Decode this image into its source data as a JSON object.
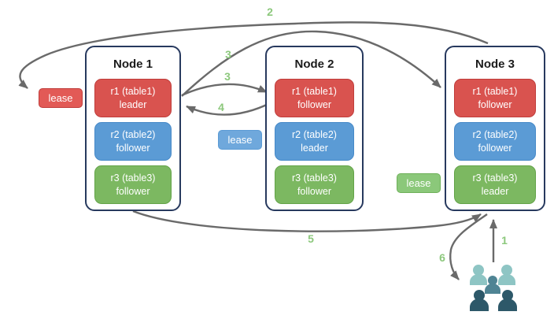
{
  "diagram": {
    "nodes": [
      {
        "title": "Node 1",
        "replicas": [
          {
            "name": "r1 (table1)",
            "role": "leader",
            "color": "red"
          },
          {
            "name": "r2 (table2)",
            "role": "follower",
            "color": "blue"
          },
          {
            "name": "r3 (table3)",
            "role": "follower",
            "color": "green"
          }
        ]
      },
      {
        "title": "Node 2",
        "replicas": [
          {
            "name": "r1 (table1)",
            "role": "follower",
            "color": "red"
          },
          {
            "name": "r2 (table2)",
            "role": "leader",
            "color": "blue"
          },
          {
            "name": "r3 (table3)",
            "role": "follower",
            "color": "green"
          }
        ]
      },
      {
        "title": "Node 3",
        "replicas": [
          {
            "name": "r1 (table1)",
            "role": "follower",
            "color": "red"
          },
          {
            "name": "r2 (table2)",
            "role": "follower",
            "color": "blue"
          },
          {
            "name": "r3 (table3)",
            "role": "leader",
            "color": "green"
          }
        ]
      }
    ],
    "lease_badges": [
      {
        "label": "lease",
        "color": "red"
      },
      {
        "label": "lease",
        "color": "blue"
      },
      {
        "label": "lease",
        "color": "green"
      }
    ],
    "steps": {
      "s1": "1",
      "s2": "2",
      "s3_to_node3": "3",
      "s3_to_node2": "3",
      "s4": "4",
      "s5": "5",
      "s6": "6"
    },
    "icons": {
      "users_group": "users-group-icon"
    },
    "colors": {
      "leader_red": "#d9534f",
      "red_border": "#bf3d3b",
      "follower_blue": "#5b9bd5",
      "blue_border": "#4789c8",
      "green": "#7cb861",
      "green_border": "#63a348",
      "lease_red": "#e25a56",
      "lease_blue": "#6fa8dc",
      "lease_green": "#8bc87a",
      "lease_green_border": "#6fb05a",
      "step_green": "#8cc87c",
      "arrow_gray": "#6a6a6a",
      "node_border": "#27395e",
      "users_light": "#8ec5c4",
      "users_medium": "#4f8494",
      "users_dark": "#2d5869"
    }
  }
}
